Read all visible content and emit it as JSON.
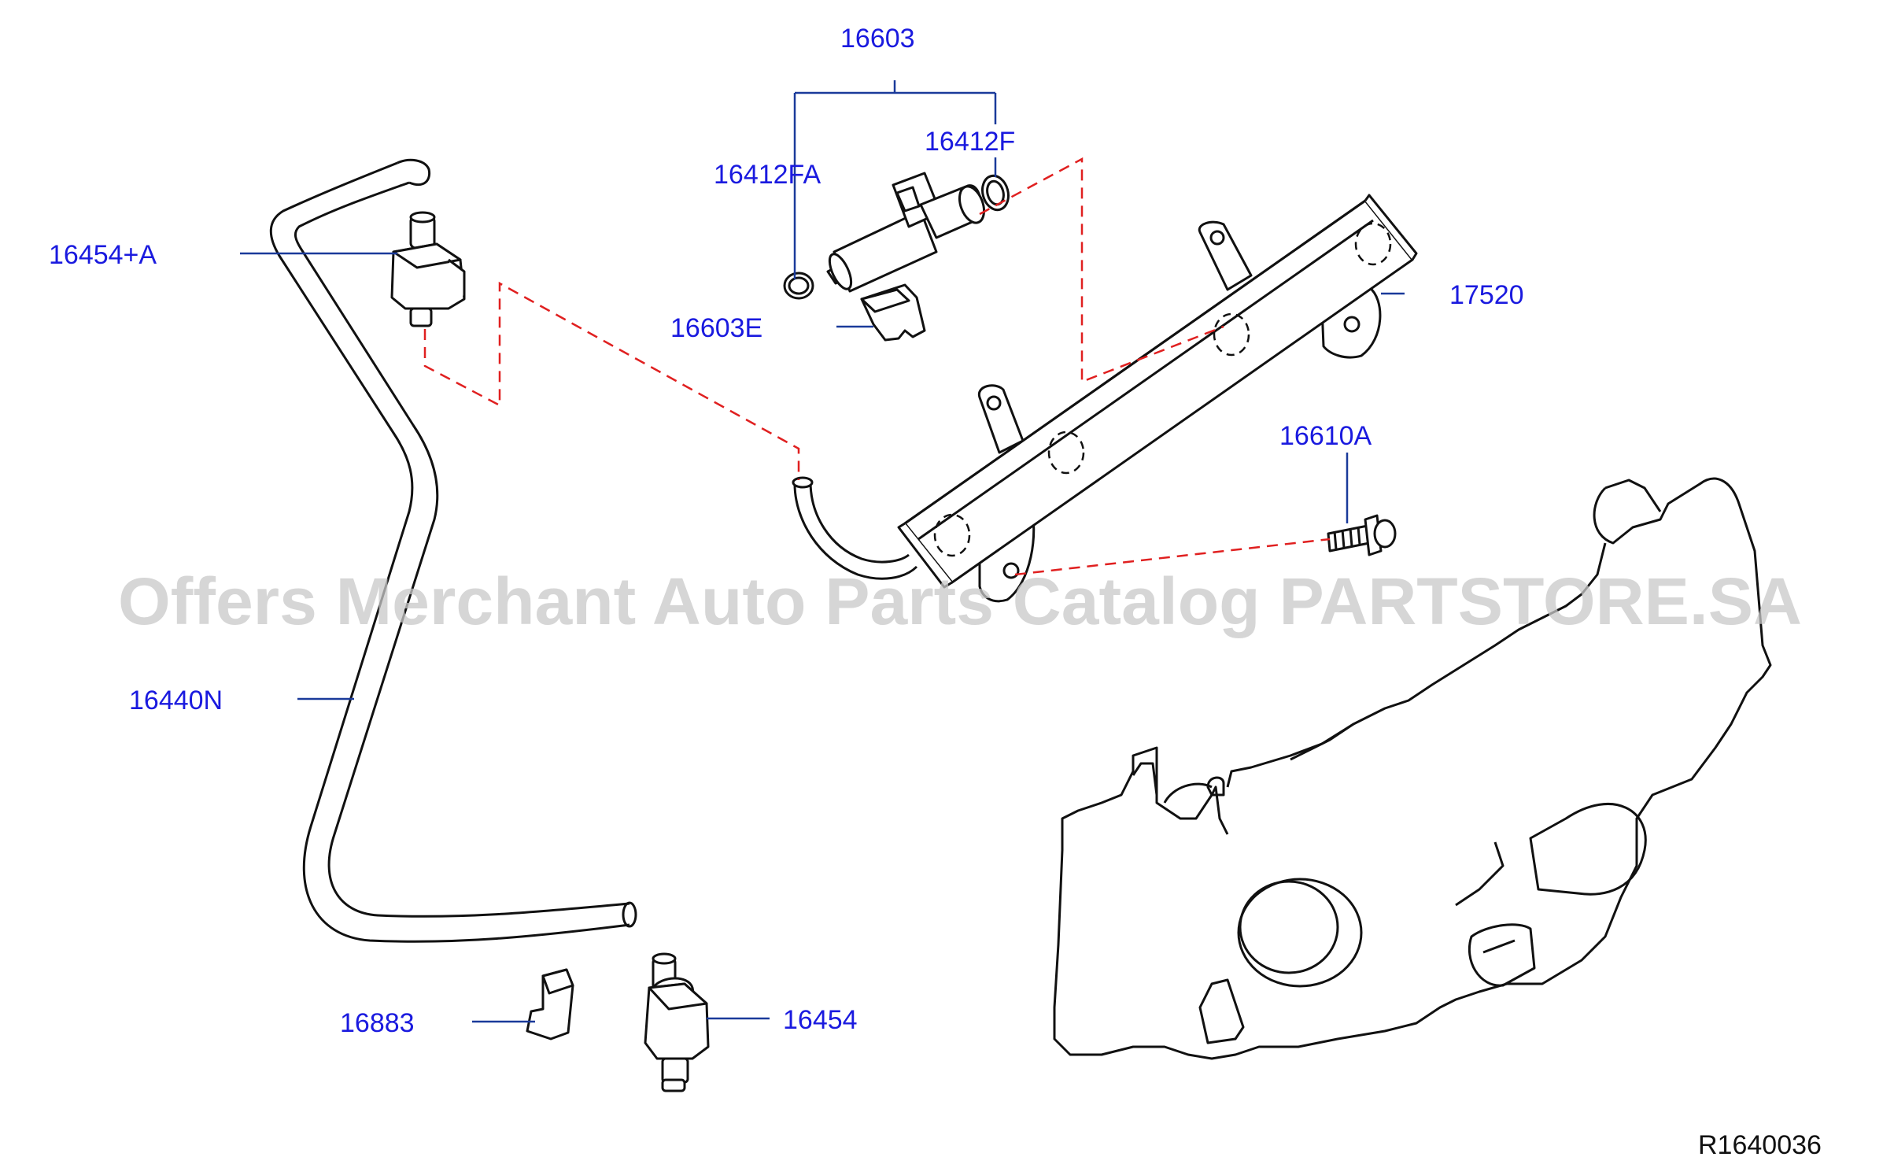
{
  "colors": {
    "label": "#1a1adf",
    "leader": "#1a3a9a",
    "outline": "#111111",
    "dashed": "#e02020",
    "watermark": "#c8c8c8"
  },
  "labels": {
    "p16603": "16603",
    "p16412F": "16412F",
    "p16412FA": "16412FA",
    "p16454A": "16454+A",
    "p17520": "17520",
    "p16603E": "16603E",
    "p16610A": "16610A",
    "p16440N": "16440N",
    "p16883": "16883",
    "p16454": "16454"
  },
  "watermark": "Offers Merchant Auto Parts Catalog PARTSTORE.SA",
  "diagram_ref": "R1640036",
  "icons": [
    "fuel-injector-icon",
    "o-ring-icon",
    "fuel-rail-icon",
    "bolt-icon",
    "fuel-hose-icon",
    "damper-icon",
    "clip-icon",
    "intake-manifold-icon"
  ]
}
